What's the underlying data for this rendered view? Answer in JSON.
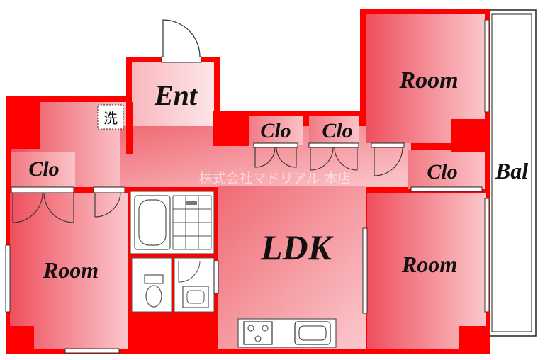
{
  "labels": {
    "entrance": "Ent",
    "washer": "洗",
    "ldk": "LDK",
    "balcony": "Bal",
    "room_top_right": "Room",
    "room_left": "Room",
    "room_right": "Room",
    "closet_left": "Clo",
    "closet_center_1": "Clo",
    "closet_center_2": "Clo",
    "closet_right": "Clo"
  },
  "watermark": "株式会社マドリアル 本店",
  "colors": {
    "wall": "#ff0000",
    "room_fill_dark": "#ee4f5c",
    "room_fill_light": "#fbc3c8",
    "fixture_line": "#555555"
  }
}
